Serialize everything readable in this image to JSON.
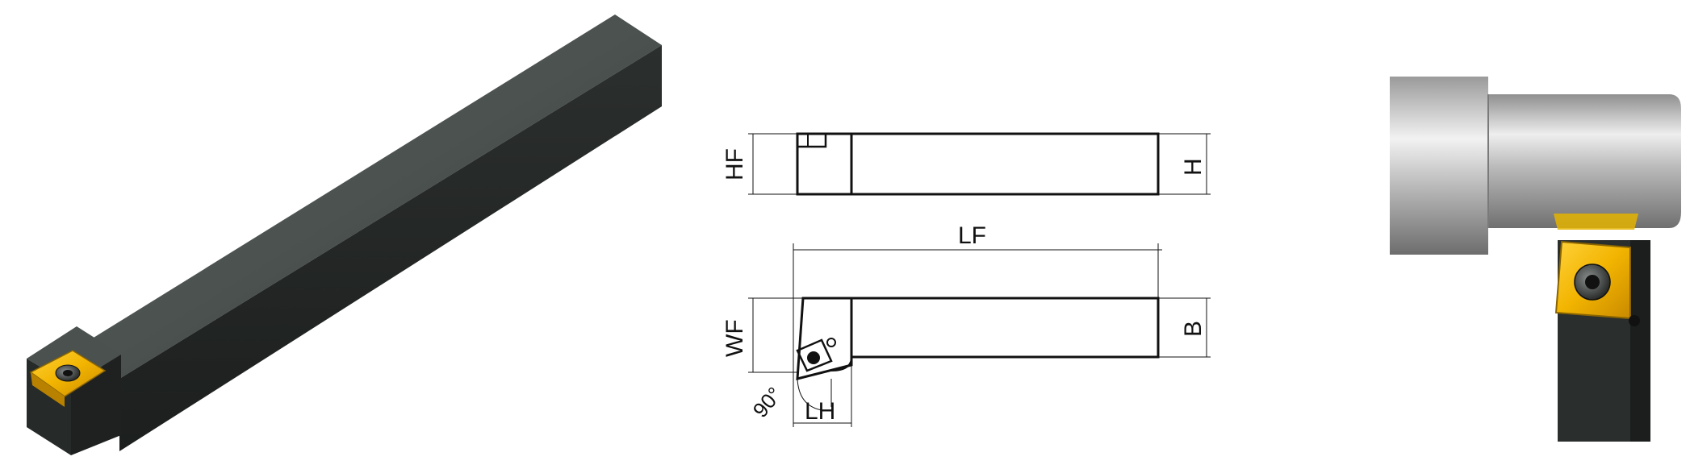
{
  "dimensions": {
    "hf": "HF",
    "h": "H",
    "lf": "LF",
    "wf": "WF",
    "b": "B",
    "lh": "LH",
    "angle": "90°"
  },
  "colors": {
    "holder_body": "#2f3331",
    "holder_top": "#4b5250",
    "insert_gold": "#f2b400",
    "steel_light": "#d8d8d8",
    "steel_dark": "#6b6b6b"
  },
  "icons": {
    "screw": "torx-screw-icon"
  }
}
